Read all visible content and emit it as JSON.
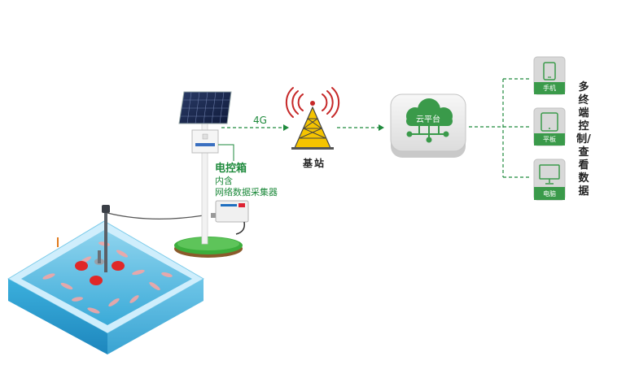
{
  "network": {
    "link_label": "4G"
  },
  "control_box": {
    "title": "电控箱",
    "line1": "内含",
    "line2": "网络数据采集器"
  },
  "base_station": {
    "label": "基站"
  },
  "cloud": {
    "label": "云平台"
  },
  "devices": [
    {
      "label": "手机",
      "icon": "phone-icon"
    },
    {
      "label": "平板",
      "icon": "tablet-icon"
    },
    {
      "label": "电脑",
      "icon": "monitor-icon"
    }
  ],
  "side_text": "多终端控制/查看数据",
  "colors": {
    "accent_green": "#1e8a3c",
    "water_blue": "#2fa7d6",
    "cloud_green": "#3a9a4a",
    "device_gray": "#d8d8d8"
  }
}
